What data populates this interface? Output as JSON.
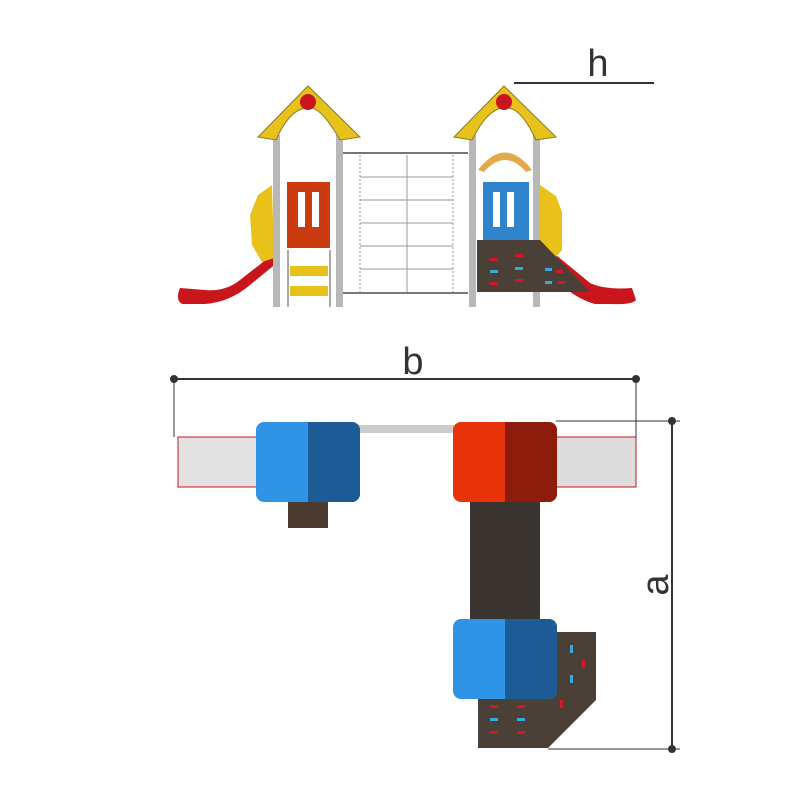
{
  "dimensions": {
    "height_label": "h",
    "width_label": "b",
    "depth_label": "a"
  },
  "colors": {
    "yellow": "#e8c21a",
    "red": "#c8161c",
    "orange_red": "#e23a0c",
    "blue": "#2f94e6",
    "dark_blue": "#1d5b96",
    "brown": "#4a4038",
    "dim_line": "#333333"
  }
}
